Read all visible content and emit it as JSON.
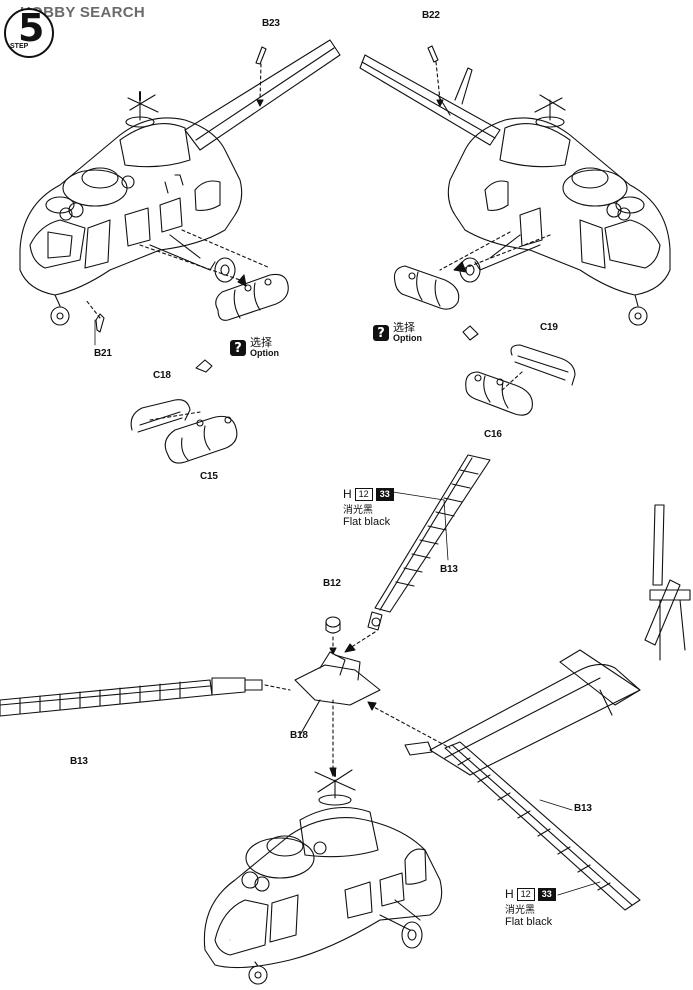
{
  "watermark": "HOBBY SEARCH",
  "step": {
    "number": "5",
    "label": "STEP"
  },
  "parts": {
    "b23": "B23",
    "b22": "B22",
    "b21": "B21",
    "c18": "C18",
    "c15": "C15",
    "c19": "C19",
    "c16": "C16",
    "b12": "B12",
    "b18": "B18",
    "b13_top": "B13",
    "b13_left": "B13",
    "b13_right": "B13"
  },
  "options": [
    {
      "icon": "?",
      "zh": "选择",
      "en": "Option"
    },
    {
      "icon": "?",
      "zh": "选择",
      "en": "Option"
    }
  ],
  "paints": [
    {
      "letter": "H",
      "code1": "12",
      "code2": "33",
      "zh": "消光黑",
      "en": "Flat black"
    },
    {
      "letter": "H",
      "code1": "12",
      "code2": "33",
      "zh": "消光黑",
      "en": "Flat black"
    }
  ],
  "colors": {
    "ink": "#111111",
    "watermark": "#6a6a6a"
  }
}
